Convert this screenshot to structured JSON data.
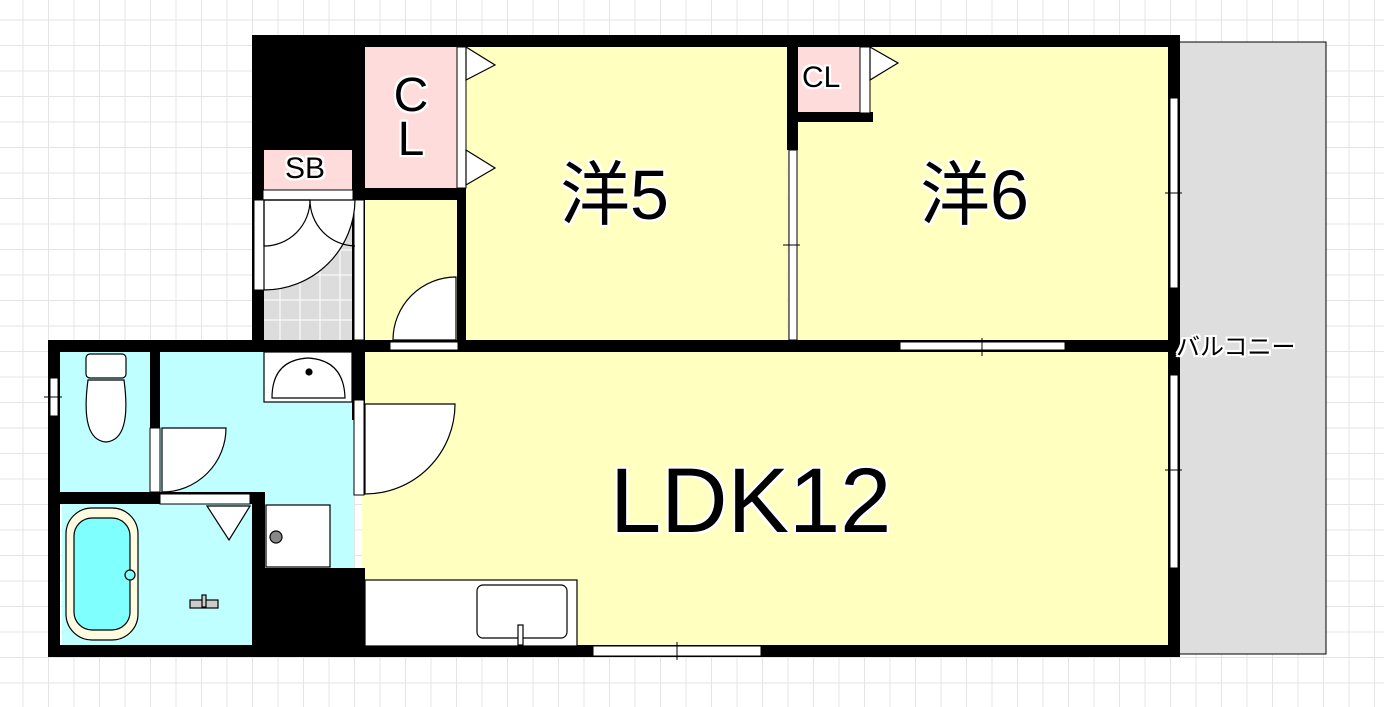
{
  "floor_plan": {
    "rooms": [
      {
        "id": "western-5",
        "label": "洋5",
        "type": "Western-style room",
        "size_jo": 5
      },
      {
        "id": "western-6",
        "label": "洋6",
        "type": "Western-style room",
        "size_jo": 6
      },
      {
        "id": "ldk",
        "label": "LDK12",
        "type": "Living/Dining/Kitchen",
        "size_jo": 12
      }
    ],
    "storage": [
      {
        "id": "closet-western5",
        "label": "C\nL",
        "label_top": "C",
        "label_bottom": "L"
      },
      {
        "id": "closet-western6",
        "label": "CL"
      },
      {
        "id": "shoe-box",
        "label": "SB"
      }
    ],
    "balcony": {
      "label": "バルコニー"
    },
    "fixtures": [
      "toilet",
      "washbasin",
      "washing-machine-pan",
      "bathtub",
      "shower-faucet",
      "kitchen-sink",
      "entrance-door"
    ],
    "colors": {
      "room_fill": "#ffffc0",
      "wet_area_fill": "#c0ffff",
      "storage_fill": "#ffdcdc",
      "balcony_fill": "#dedede",
      "entrance_fill": "#dcdcdc",
      "wall": "#000000",
      "grid": "#e4e4e4"
    }
  }
}
